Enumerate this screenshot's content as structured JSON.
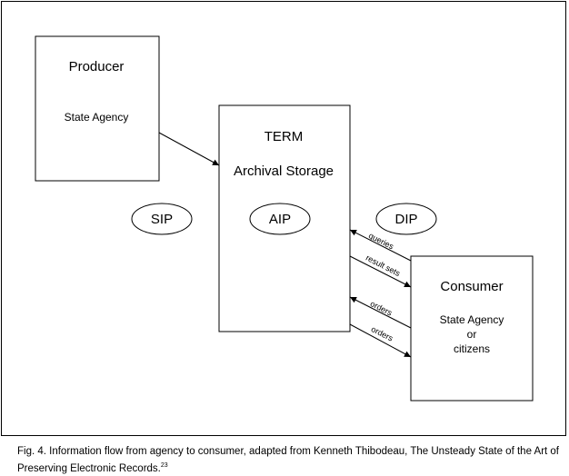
{
  "producer": {
    "title": "Producer",
    "subtitle": "State Agency"
  },
  "storage": {
    "title": "TERM",
    "subtitle": "Archival Storage"
  },
  "consumer": {
    "title": "Consumer",
    "line1": "State Agency",
    "line2": "or",
    "line3": "citizens"
  },
  "packages": {
    "sip": "SIP",
    "aip": "AIP",
    "dip": "DIP"
  },
  "flows": {
    "queries": "queries",
    "result_sets": "result sets",
    "orders_in": "orders",
    "orders_out": "orders"
  },
  "caption": {
    "text": "Fig.  4.  Information flow from agency to consumer, adapted from Kenneth Thibodeau, The Unsteady State of the Art of Preserving Electronic Records.",
    "footnote": "23"
  }
}
